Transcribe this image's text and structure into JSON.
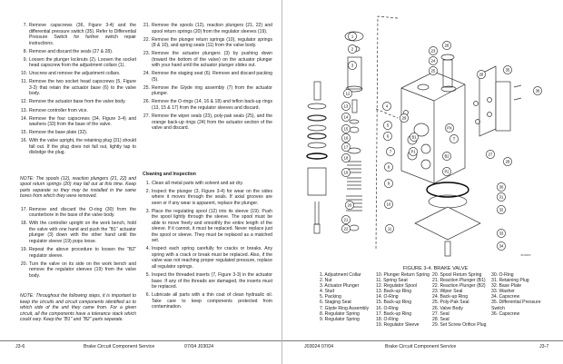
{
  "left_page": {
    "col1_steps_a": [
      {
        "n": "7.",
        "t": "Remove capscrews (36, Figure 3-4) and the differential pressure switch (35). Refer to Differential Pressure Switch for further switch repair instructions."
      },
      {
        "n": "8.",
        "t": "Remove and discard the seals (27 & 28)."
      },
      {
        "n": "9.",
        "t": "Loosen the plunger locknuts (2). Loosen the socket head capscrew from the adjustment collars (1)."
      },
      {
        "n": "10.",
        "t": "Unscrew and remove the adjustment collars."
      },
      {
        "n": "11.",
        "t": "Remove the two socket head capscrews (5, Figure 3-3) that retain the actuator base (6) to the valve body."
      },
      {
        "n": "12.",
        "t": "Remove the actuator base from the valve body."
      },
      {
        "n": "13.",
        "t": "Remove controller from vice."
      },
      {
        "n": "14.",
        "t": "Remove the four capscrews (34, Figure 3-4) and washers (33) from the base of the valve."
      },
      {
        "n": "15.",
        "t": "Remove the base plate (32)."
      },
      {
        "n": "16.",
        "t": "With the valve upright, the retaining plug (31) should fall out. If the plug does not fall out, lightly tap to dislodge the plug."
      }
    ],
    "note1": "NOTE: The spools (12), reaction plungers (21, 22) and spool return springs (20) may fall out at this time. Keep parts separate so they may be installed in the same bores from which they were removed.",
    "col1_steps_b": [
      {
        "n": "17.",
        "t": "Remove and discard the O-ring (30) from the counterbore in the base of the valve body."
      },
      {
        "n": "18.",
        "t": "With the controller upright on the work bench, hold the valve with one hand and push the \"B1\" actuator plunger (3) down with the other hand until the regulator sleeve (19) pops loose."
      },
      {
        "n": "19.",
        "t": "Repeat the above procedure to loosen the \"B2\" regulator sleeve."
      },
      {
        "n": "20.",
        "t": "Turn the valve on its side on the work bench and remove the regulator sleeves (19) from the valve body."
      }
    ],
    "note2": "NOTE: Throughout the following steps, it is important to keep the circuits and circuit components identified as to which side of the unit they came from. For a given circuit, all the components have a tolerance stack which could vary. Keep the \"B1\" and \"B2\" parts separate.",
    "col2_steps": [
      {
        "n": "21.",
        "t": "Remove the spools (12), reaction plungers (21, 22) and spool return springs (20) from the regulator sleeves (19)."
      },
      {
        "n": "22.",
        "t": "Remove the plunger return springs (10), regulator springs (8 & 10), and spring seats (11) from the valve body."
      },
      {
        "n": "23.",
        "t": "Remove the actuator plungers (3) by pushing down (toward the bottom of the valve) on the actuator plunger with your hand until the actuator plunger slides out."
      },
      {
        "n": "24.",
        "t": "Remove the staging seat (6). Remove and discard packing (5)."
      },
      {
        "n": "25.",
        "t": "Remove the Glyde ring assembly (7) from the actuator plunger."
      },
      {
        "n": "26.",
        "t": "Remove the O-rings (14, 16 & 18) and teflon back-up rings (13, 15 & 17) from the regulator sleeves and discard."
      },
      {
        "n": "27.",
        "t": "Remove the wiper seals (23), poly-pak seals (25), and the orange back-up rings (24) from the actuator section of the valve and discard."
      }
    ],
    "cleaning_heading": "Cleaning and Inspection",
    "cleaning_steps": [
      {
        "n": "1.",
        "t": "Clean all metal parts with solvent and air dry."
      },
      {
        "n": "2.",
        "t": "Inspect the plunger (3, Figure 3-4) for wear on the sides where it moves through the seals. If axial grooves are seen or if any wear is apparent, replace the plunger."
      },
      {
        "n": "3.",
        "t": "Place the regulating spool (12) into its sleeve (19). Push the spool lightly through the sleeve. The spool must be able to move freely and smoothly the entire length of the sleeve. If it cannot, it must be replaced. Never replace just the spool or sleeve. They must be replaced as a matched set."
      },
      {
        "n": "4.",
        "t": "Inspect each spring carefully for cracks or breaks. Any spring with a crack or break must be replaced. Also, if the valve was not reaching proper regulated pressure, replace all regulator springs."
      },
      {
        "n": "5.",
        "t": "Inspect the threaded inserts (7, Figure 3-3) in the actuator base. If any of the threads are damaged, the inserts must be replaced."
      },
      {
        "n": "6.",
        "t": "Lubricate all parts with a thin coat of clean hydraulic oil. Take care to keep components protected from contamination."
      }
    ],
    "footer": {
      "page": "J3-6",
      "title": "Brake Circuit Component Service",
      "date_code": "07/04  J03024"
    }
  },
  "right_page": {
    "figure": {
      "callouts": [
        "1",
        "2",
        "3",
        "4",
        "5",
        "6",
        "7",
        "8",
        "9",
        "10",
        "11",
        "12",
        "13",
        "14",
        "15",
        "16",
        "17",
        "18",
        "19",
        "20",
        "21",
        "22",
        "23",
        "24",
        "25",
        "26",
        "28",
        "35",
        "36",
        "29",
        "PX",
        "T",
        "B1",
        "P1",
        "B2",
        "P2",
        "27",
        "28",
        "30",
        "31",
        "32",
        "33",
        "34"
      ],
      "figure_id": "J030084",
      "caption": "FIGURE 3-4. BRAKE VALVE"
    },
    "parts_list": [
      [
        "1. Adjustment Collar",
        "2. Nut",
        "3. Actuator Plunger",
        "4. Stud",
        "5. Packing",
        "6. Staging Seat",
        "7. Glyde Ring Assembly",
        "8. Regulator Spring",
        "9. Regulator Spring"
      ],
      [
        "10. Plunger Return Spring",
        "11. Spring Seat",
        "12. Regulator Spool",
        "13. Back-up Ring",
        "14. O-Ring",
        "15. Back-up Ring",
        "16. O-Ring",
        "17. Back-up Ring",
        "18. O-Ring",
        "19. Regulator Sleeve"
      ],
      [
        "20. Spool Return Spring",
        "21. Reaction Plunger (B1)",
        "22. Reaction Plunger (B2)",
        "23. Wiper Seal",
        "24. Back-up Ring",
        "25. Poly-Pak Seal",
        "26. Valve Body",
        "27. Seal",
        "28. Seal",
        "29. Set Screw Orifice Plug"
      ],
      [
        "30. O-Ring",
        "31. Retaining Plug",
        "32. Base Plate",
        "33. Washer",
        "34. Capscrew",
        "35. Differential Pressure Switch",
        "36. Capscrew"
      ]
    ],
    "footer": {
      "date_code": "J03024  07/04",
      "title": "Brake Circuit Component Service",
      "page": "J3-7"
    }
  }
}
